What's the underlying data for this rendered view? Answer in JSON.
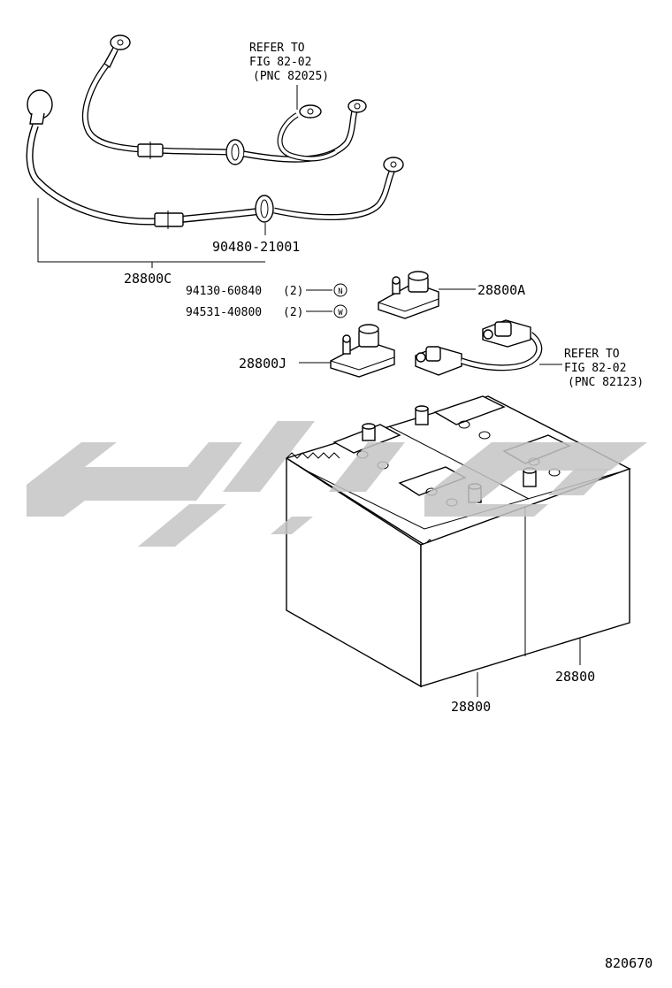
{
  "labels": {
    "refer_top": [
      "REFER TO",
      "FIG 82-02",
      "(PNC 82025)"
    ],
    "refer_right": [
      "REFER TO",
      "FIG 82-02",
      "(PNC 82123)"
    ],
    "grommet_part": "90480-21001",
    "cable_part": "28800C",
    "nut_part": "94130-60840",
    "nut_qty": "(2)",
    "nut_symbol": "N",
    "washer_part": "94531-40800",
    "washer_qty": "(2)",
    "washer_symbol": "W",
    "terminal_a": "28800A",
    "terminal_j": "28800J",
    "battery_right": "28800",
    "battery_left": "28800",
    "figure_number": "820670"
  },
  "icons": {
    "watermark": "watermark-logo",
    "nut": "nut-icon",
    "washer": "washer-icon"
  },
  "colors": {
    "line": "#000000",
    "watermark": "#c4c4c4",
    "background": "#ffffff"
  }
}
